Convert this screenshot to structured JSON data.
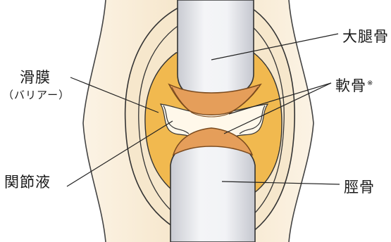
{
  "labels": {
    "femur": "大腿骨",
    "synovium": "滑膜",
    "synovium_note": "（バリアー）",
    "cartilage": "軟骨",
    "cartilage_mark": "※",
    "synovial_fluid": "関節液",
    "tibia": "脛骨"
  },
  "colors": {
    "background": "#ffffff",
    "skin_light": "#fbf1e0",
    "skin_tone": "#f5e3c4",
    "synovium_fill": "#f1b94f",
    "cartilage_fill": "#e59e5a",
    "cartilage_edge": "#7a4a1e",
    "bone": "#e7e8ec",
    "outline": "#333333"
  }
}
